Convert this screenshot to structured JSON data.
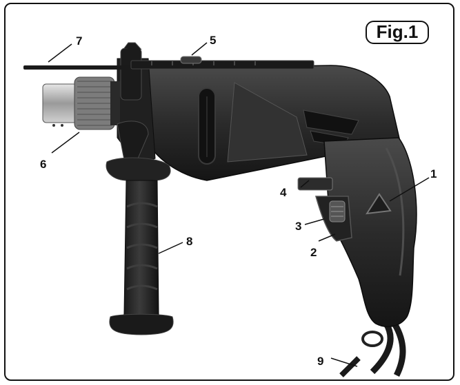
{
  "figure": {
    "label": "Fig.1"
  },
  "callouts": [
    "1",
    "2",
    "3",
    "4",
    "5",
    "6",
    "7",
    "8",
    "9"
  ],
  "colors": {
    "body": "#2a2a2a",
    "body_dark": "#141414",
    "chuck": "#b9b9b9",
    "line": "#111111"
  }
}
